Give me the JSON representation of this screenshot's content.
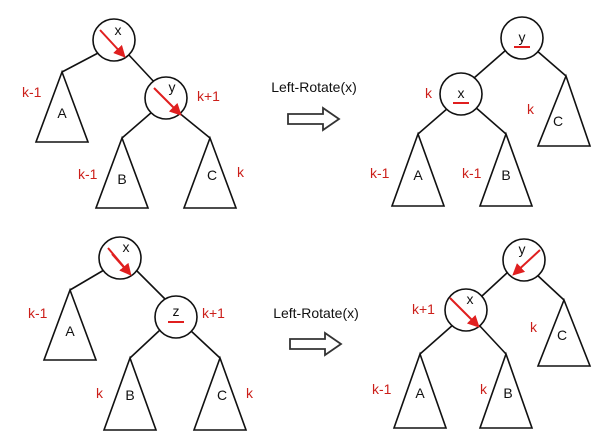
{
  "caption_top": "Left-Rotate(x)",
  "caption_bottom": "Left-Rotate(x)",
  "top_before": {
    "node_x": "x",
    "node_y": "y",
    "sub_a": "A",
    "sub_b": "B",
    "sub_c": "C",
    "h_a": "k-1",
    "h_y": "k+1",
    "h_b": "k-1",
    "h_c": "k"
  },
  "top_after": {
    "node_y": "y",
    "node_x": "x",
    "sub_a": "A",
    "sub_b": "B",
    "sub_c": "C",
    "h_x": "k",
    "h_c": "k",
    "h_a": "k-1",
    "h_b": "k-1"
  },
  "bottom_before": {
    "node_x": "x",
    "node_z": "z",
    "sub_a": "A",
    "sub_b": "B",
    "sub_c": "C",
    "h_a": "k-1",
    "h_z": "k+1",
    "h_b": "k",
    "h_c": "k"
  },
  "bottom_after": {
    "node_y": "y",
    "node_x": "x",
    "sub_a": "A",
    "sub_b": "B",
    "sub_c": "C",
    "h_x": "k+1",
    "h_c": "k",
    "h_a": "k-1",
    "h_b": "k"
  },
  "colors": {
    "height_label": "#cc1f1a",
    "balance_arrow": "#e01f1f",
    "stroke": "#111111"
  }
}
